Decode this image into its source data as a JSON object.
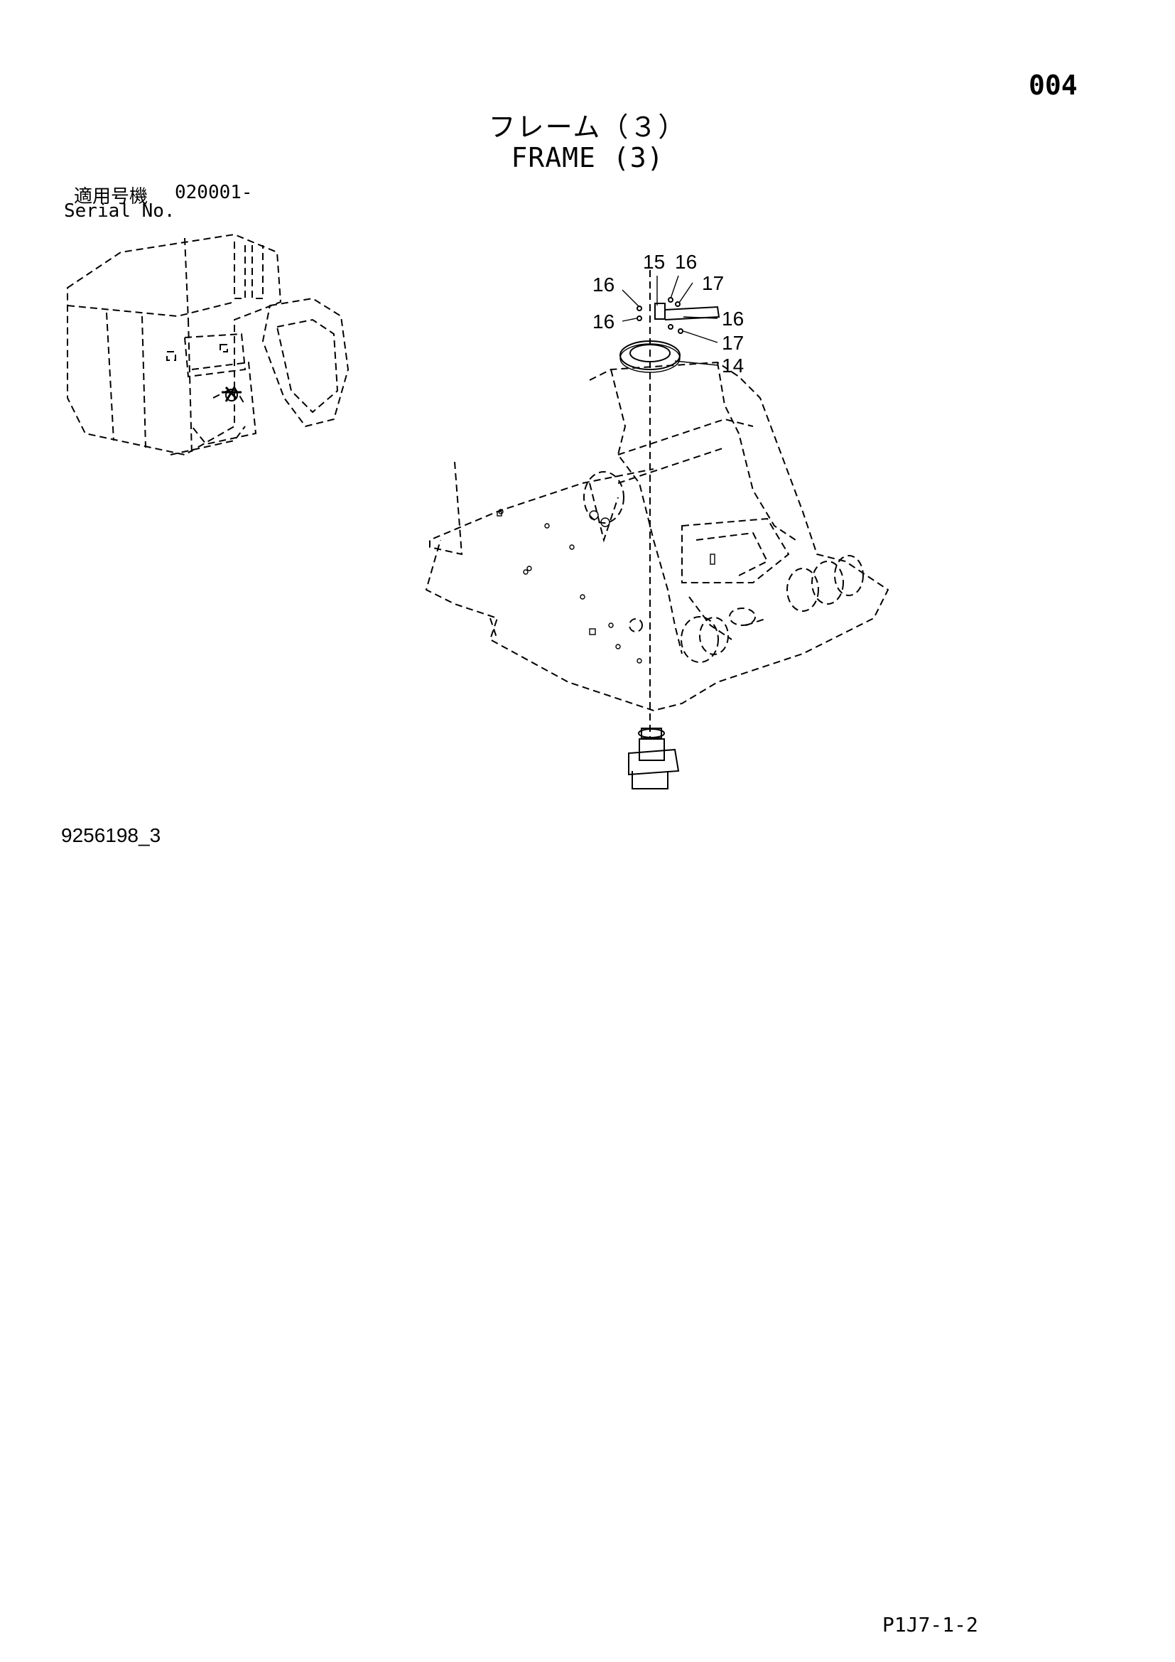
{
  "header": {
    "page_number": "004",
    "title_ja": "フレーム（３）",
    "title_en": "FRAME (3)"
  },
  "serial": {
    "label_ja": "適用号機",
    "value": "020001-",
    "label_en": "Serial No."
  },
  "drawing": {
    "callouts": {
      "c14": "14",
      "c15": "15",
      "c16a": "16",
      "c16b": "16",
      "c16c": "16",
      "c16d": "16",
      "c17a": "17",
      "c17b": "17"
    },
    "drawing_number": "9256198_3"
  },
  "footer": {
    "page_code": "P1J7-1-2"
  }
}
